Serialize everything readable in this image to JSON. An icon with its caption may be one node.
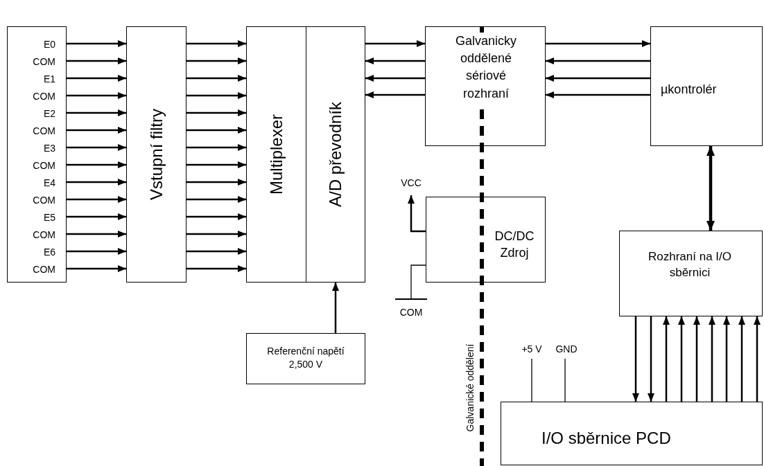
{
  "diagram": {
    "nodes": [
      {
        "text": [
          "E0",
          "COM",
          "E1",
          "COM",
          "E2",
          "COM",
          "E3",
          "COM",
          "E4",
          "COM",
          "E5",
          "COM",
          "E6",
          "COM"
        ]
      },
      {
        "text": [
          "Vstupní filtry"
        ]
      },
      {
        "text": [
          "Multiplexer"
        ]
      },
      {
        "text": [
          "A/D převodník"
        ]
      },
      {
        "text": [
          "Galvanicky oddělené sériové rozhraní"
        ]
      },
      {
        "text": [
          "µkontrolér"
        ]
      },
      {
        "text": [
          "VCC"
        ]
      },
      {
        "text": [
          "DC/DC Zdroj"
        ]
      },
      {
        "text": [
          "COM"
        ]
      },
      {
        "text": [
          "Referenční napětí 2,500 V"
        ]
      },
      {
        "text": [
          "Rozhraní na I/O sběrnici"
        ]
      },
      {
        "text": [
          "I/O sběrnice PCD"
        ]
      },
      {
        "text": [
          "+5 V"
        ]
      },
      {
        "text": [
          "GND"
        ]
      }
    ],
    "edges": [
      {
        "from": 0,
        "to": 1,
        "arrow": "to"
      },
      {
        "from": 0,
        "to": 1,
        "arrow": "to"
      },
      {
        "from": 0,
        "to": 1,
        "arrow": "to"
      },
      {
        "from": 0,
        "to": 1,
        "arrow": "to"
      },
      {
        "from": 0,
        "to": 1,
        "arrow": "to"
      },
      {
        "from": 0,
        "to": 1,
        "arrow": "to"
      },
      {
        "from": 0,
        "to": 1,
        "arrow": "to"
      },
      {
        "from": 0,
        "to": 1,
        "arrow": "to"
      },
      {
        "from": 0,
        "to": 1,
        "arrow": "to"
      },
      {
        "from": 0,
        "to": 1,
        "arrow": "to"
      },
      {
        "from": 0,
        "to": 1,
        "arrow": "to"
      },
      {
        "from": 0,
        "to": 1,
        "arrow": "to"
      },
      {
        "from": 0,
        "to": 1,
        "arrow": "to"
      },
      {
        "from": 0,
        "to": 1,
        "arrow": "to"
      },
      {
        "from": 1,
        "to": 2,
        "arrow": "to"
      },
      {
        "from": 1,
        "to": 2,
        "arrow": "to"
      },
      {
        "from": 1,
        "to": 2,
        "arrow": "to"
      },
      {
        "from": 1,
        "to": 2,
        "arrow": "to"
      },
      {
        "from": 1,
        "to": 2,
        "arrow": "to"
      },
      {
        "from": 1,
        "to": 2,
        "arrow": "to"
      },
      {
        "from": 1,
        "to": 2,
        "arrow": "to"
      },
      {
        "from": 1,
        "to": 2,
        "arrow": "to"
      },
      {
        "from": 1,
        "to": 2,
        "arrow": "to"
      },
      {
        "from": 1,
        "to": 2,
        "arrow": "to"
      },
      {
        "from": 1,
        "to": 2,
        "arrow": "to"
      },
      {
        "from": 1,
        "to": 2,
        "arrow": "to"
      },
      {
        "from": 1,
        "to": 2,
        "arrow": "to"
      },
      {
        "from": 1,
        "to": 2,
        "arrow": "to"
      },
      {
        "from": 3,
        "to": 4,
        "arrow": "to"
      },
      {
        "from": 4,
        "to": 3,
        "arrow": "to"
      },
      {
        "from": 4,
        "to": 3,
        "arrow": "to"
      },
      {
        "from": 4,
        "to": 3,
        "arrow": "to"
      },
      {
        "from": 4,
        "to": 5,
        "arrow": "to"
      },
      {
        "from": 5,
        "to": 4,
        "arrow": "to"
      },
      {
        "from": 5,
        "to": 4,
        "arrow": "to"
      },
      {
        "from": 5,
        "to": 4,
        "arrow": "to"
      },
      {
        "from": 5,
        "to": 10,
        "arrow": "both",
        "style": "thick"
      },
      {
        "from": 7,
        "to": 6,
        "arrow": "to"
      },
      {
        "from": 7,
        "to": 8,
        "arrow": "none"
      },
      {
        "from": 9,
        "to": 3,
        "arrow": "to"
      },
      {
        "from": 10,
        "to": 11,
        "arrow": "to"
      },
      {
        "from": 10,
        "to": 11,
        "arrow": "to"
      },
      {
        "from": 11,
        "to": 10,
        "arrow": "to"
      },
      {
        "from": 11,
        "to": 10,
        "arrow": "to"
      },
      {
        "from": 11,
        "to": 10,
        "arrow": "to"
      },
      {
        "from": 11,
        "to": 10,
        "arrow": "to"
      },
      {
        "from": 11,
        "to": 10,
        "arrow": "to"
      },
      {
        "from": 11,
        "to": 10,
        "arrow": "to"
      },
      {
        "from": 11,
        "to": 10,
        "arrow": "to"
      },
      {
        "from": 12,
        "to": 11,
        "arrow": "none"
      },
      {
        "from": 13,
        "to": 11,
        "arrow": "none"
      }
    ],
    "labels": [
      "Galvanické oddělení"
    ]
  }
}
